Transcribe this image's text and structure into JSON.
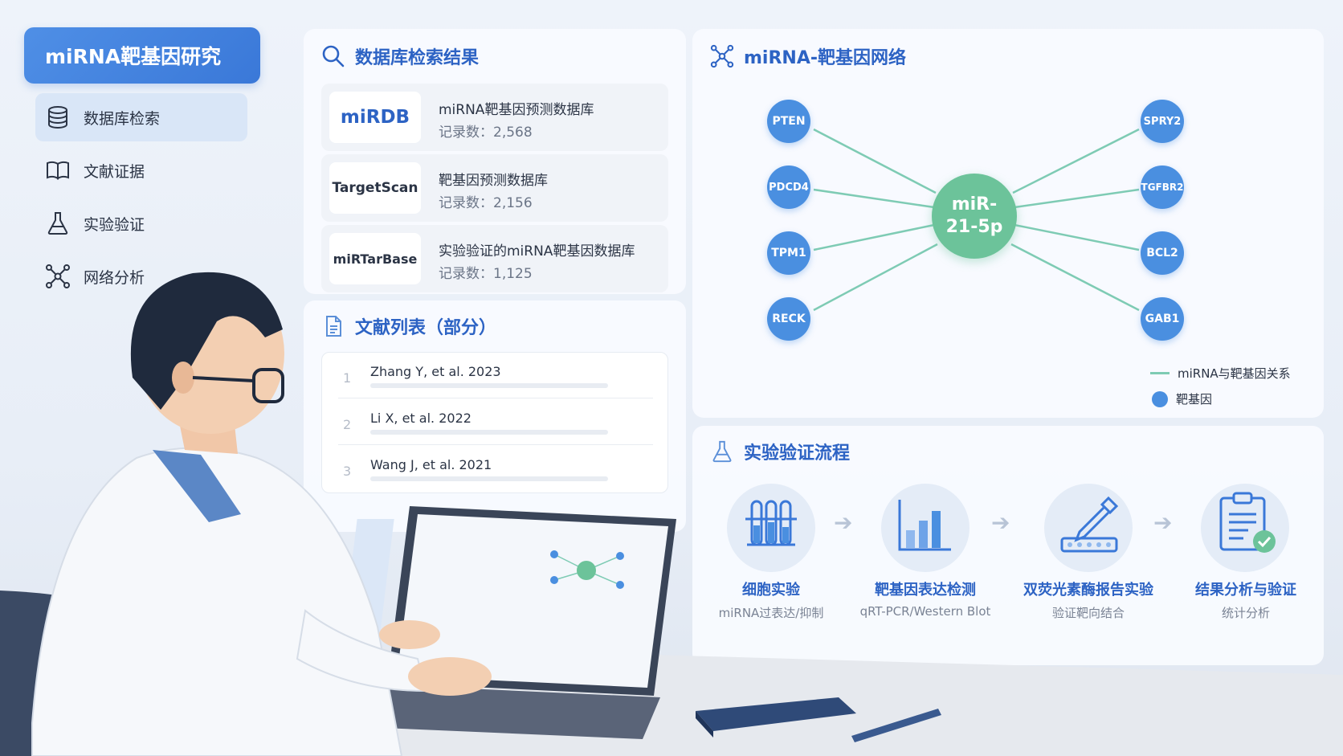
{
  "sidebar": {
    "title": "miRNA靶基因研究",
    "items": [
      {
        "label": "数据库检索",
        "icon": "database-icon",
        "active": true
      },
      {
        "label": "文献证据",
        "icon": "book-icon",
        "active": false
      },
      {
        "label": "实验验证",
        "icon": "flask-icon",
        "active": false
      },
      {
        "label": "网络分析",
        "icon": "network-icon",
        "active": false
      }
    ]
  },
  "db": {
    "title": "数据库检索结果",
    "cards": [
      {
        "logo": "miRDB",
        "desc": "miRNA靶基因预测数据库",
        "count": "记录数：2,568"
      },
      {
        "logo": "TargetScan",
        "desc": "靶基因预测数据库",
        "count": "记录数：2,156"
      },
      {
        "logo": "miRTarBase",
        "desc": "实验验证的miRNA靶基因数据库",
        "count": "记录数：1,125"
      }
    ]
  },
  "literature": {
    "title": "文献列表（部分）",
    "items": [
      {
        "num": "1",
        "text": "Zhang Y, et al. 2023"
      },
      {
        "num": "2",
        "text": "Li X, et al. 2022"
      },
      {
        "num": "3",
        "text": "Wang J, et al. 2021"
      }
    ]
  },
  "network": {
    "title": "miRNA-靶基因网络",
    "center_line1": "miR-",
    "center_line2": "21-5p",
    "left_nodes": [
      "PTEN",
      "PDCD4",
      "TPM1",
      "RECK"
    ],
    "right_nodes": [
      "SPRY2",
      "TGFBR2",
      "BCL2",
      "GAB1"
    ],
    "legend_edge": "miRNA与靶基因关系",
    "legend_node": "靶基因",
    "colors": {
      "node": "#4a8fe0",
      "center": "#6cc39a",
      "edge": "#7ecbb4"
    }
  },
  "workflow": {
    "title": "实验验证流程",
    "steps": [
      {
        "title": "细胞实验",
        "sub": "miRNA过表达/抑制",
        "icon": "test-tubes-icon"
      },
      {
        "title": "靶基因表达检测",
        "sub": "qRT-PCR/Western Blot",
        "icon": "bar-chart-icon"
      },
      {
        "title": "双荧光素酶报告实验",
        "sub": "验证靶向结合",
        "icon": "pipette-icon"
      },
      {
        "title": "结果分析与验证",
        "sub": "统计分析",
        "icon": "clipboard-check-icon"
      }
    ]
  }
}
